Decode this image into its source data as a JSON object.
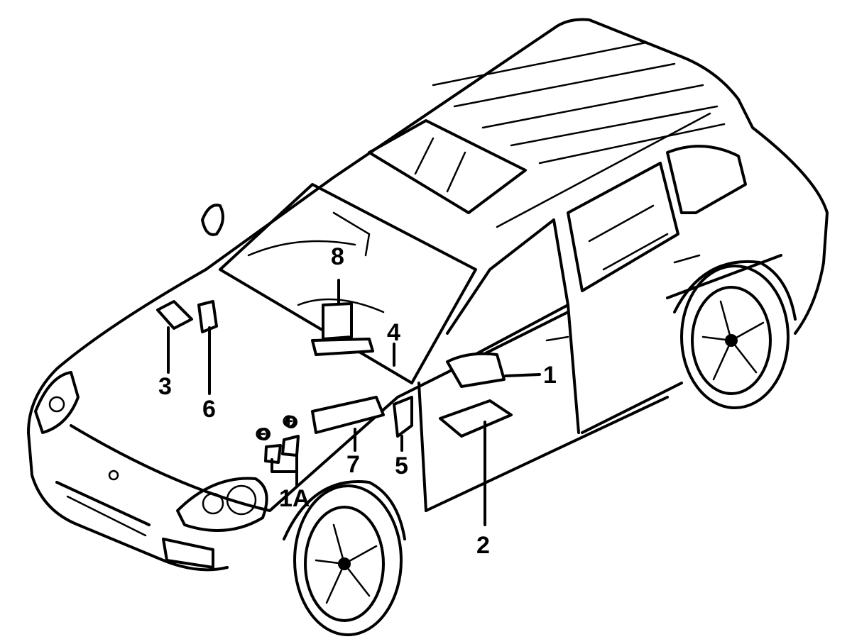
{
  "callouts": [
    {
      "id": "c1",
      "label": "1"
    },
    {
      "id": "c1a",
      "label": "1A"
    },
    {
      "id": "c2",
      "label": "2"
    },
    {
      "id": "c3",
      "label": "3"
    },
    {
      "id": "c4",
      "label": "4"
    },
    {
      "id": "c5",
      "label": "5"
    },
    {
      "id": "c6",
      "label": "6"
    },
    {
      "id": "c7",
      "label": "7"
    },
    {
      "id": "c8",
      "label": "8"
    }
  ],
  "terminal_symbols": {
    "negative": "⊖",
    "positive": "⊕"
  },
  "colors": {
    "line": "#000000",
    "background": "#ffffff"
  }
}
